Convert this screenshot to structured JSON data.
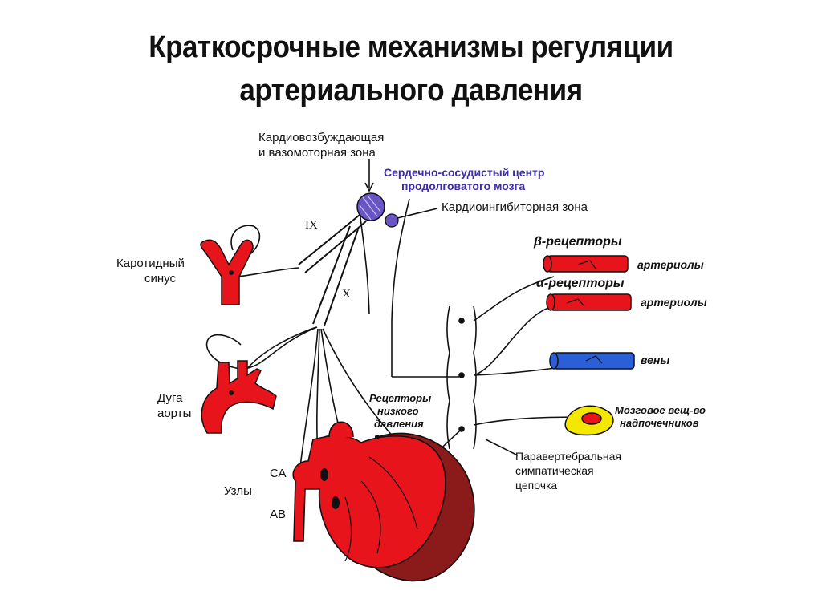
{
  "title": {
    "line1": "Краткосрочные механизмы регуляции",
    "line2": "артериального давления"
  },
  "labels": {
    "cardio_zone_1": "Кардиовозбуждающая",
    "cardio_zone_2": "и вазомоторная зона",
    "center_1": "Сердечно-сосудистый центр",
    "center_2": "продолговатого мозга",
    "inhib_zone": "Кардиоингибиторная зона",
    "nerve_ix": "IX",
    "nerve_x": "X",
    "carotid_1": "Каротидный",
    "carotid_2": "синус",
    "beta_receptors": "β-рецепторы",
    "arterioles_1": "артериолы",
    "alpha_receptors": "α-рецепторы",
    "arterioles_2": "артериолы",
    "veins": "вены",
    "adrenal_1": "Мозговое вещ-во",
    "adrenal_2": "надпочечников",
    "aorta_1": "Дуга",
    "aorta_2": "аорты",
    "lowp_1": "Рецепторы",
    "lowp_2": "низкого",
    "lowp_3": "давления",
    "sa": "СА",
    "nodes": "Узлы",
    "av": "АВ",
    "chain_1": "Паравертебральная",
    "chain_2": "симпатическая",
    "chain_3": "цепочка"
  },
  "colors": {
    "artery": "#e8141c",
    "vein": "#2a5fd8",
    "heart_dark": "#8b1a1a",
    "center": "#5b3fb0",
    "adrenal": "#f4e800"
  }
}
